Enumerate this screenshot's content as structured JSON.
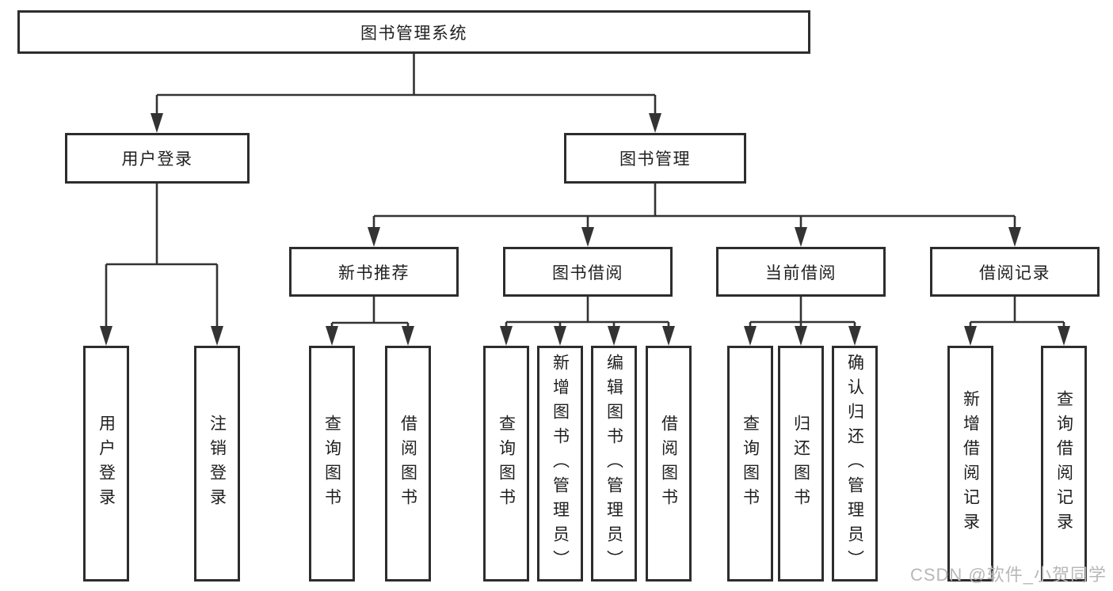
{
  "diagram": {
    "root": {
      "label": "图书管理系统"
    },
    "level2": {
      "user_login": {
        "label": "用户登录"
      },
      "book_mgmt": {
        "label": "图书管理"
      }
    },
    "level3": {
      "new_book": {
        "label": "新书推荐"
      },
      "borrow": {
        "label": "图书借阅"
      },
      "current": {
        "label": "当前借阅"
      },
      "records": {
        "label": "借阅记录"
      }
    },
    "leaves": {
      "user_login": [
        "用户登录",
        "注销登录"
      ],
      "new_book": [
        "查询图书",
        "借阅图书"
      ],
      "borrow": [
        "查询图书",
        "新增图书（管理员）",
        "编辑图书（管理员）",
        "借阅图书"
      ],
      "current": [
        "查询图书",
        "归还图书",
        "确认归还（管理员）"
      ],
      "records": [
        "新增借阅记录",
        "查询借阅记录"
      ]
    },
    "colors": {
      "line": "#333333",
      "box_border": "#2d2d2d",
      "text": "#1f1f1f",
      "background": "#ffffff"
    }
  },
  "watermark": {
    "text": "CSDN @软件_小贺同学",
    "color": "#b8b8b8"
  }
}
